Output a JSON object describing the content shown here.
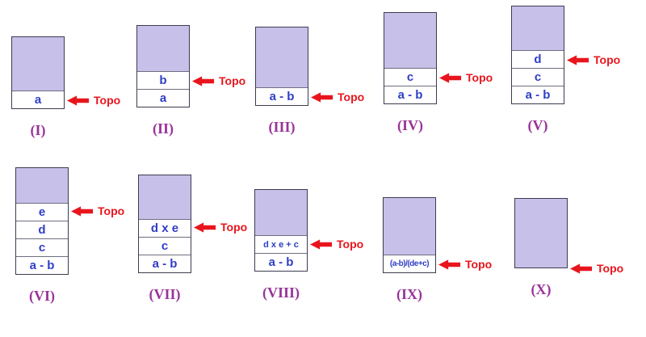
{
  "topo_label": "Topo",
  "colors": {
    "stack_fill": "#c7c0e8",
    "cell_background": "#ffffff",
    "cell_text_blue": "#2f3ec7",
    "arrow_red": "#e8151d",
    "label_purple": "#993399",
    "border_dark": "#3c3c50"
  },
  "stacks": [
    {
      "label": "(I)",
      "cells": [
        "a"
      ]
    },
    {
      "label": "(II)",
      "cells": [
        "b",
        "a"
      ]
    },
    {
      "label": "(III)",
      "cells": [
        "a - b"
      ]
    },
    {
      "label": "(IV)",
      "cells": [
        "c",
        "a - b"
      ]
    },
    {
      "label": "(V)",
      "cells": [
        "d",
        "c",
        "a - b"
      ]
    },
    {
      "label": "(VI)",
      "cells": [
        "e",
        "d",
        "c",
        "a - b"
      ]
    },
    {
      "label": "(VII)",
      "cells": [
        "d x e",
        "c",
        "a - b"
      ]
    },
    {
      "label": "(VIII)",
      "cells": [
        "d x e + c",
        "a - b"
      ]
    },
    {
      "label": "(IX)",
      "cells": [
        "(a-b)/(de+c)"
      ]
    },
    {
      "label": "(X)",
      "cells": []
    }
  ]
}
